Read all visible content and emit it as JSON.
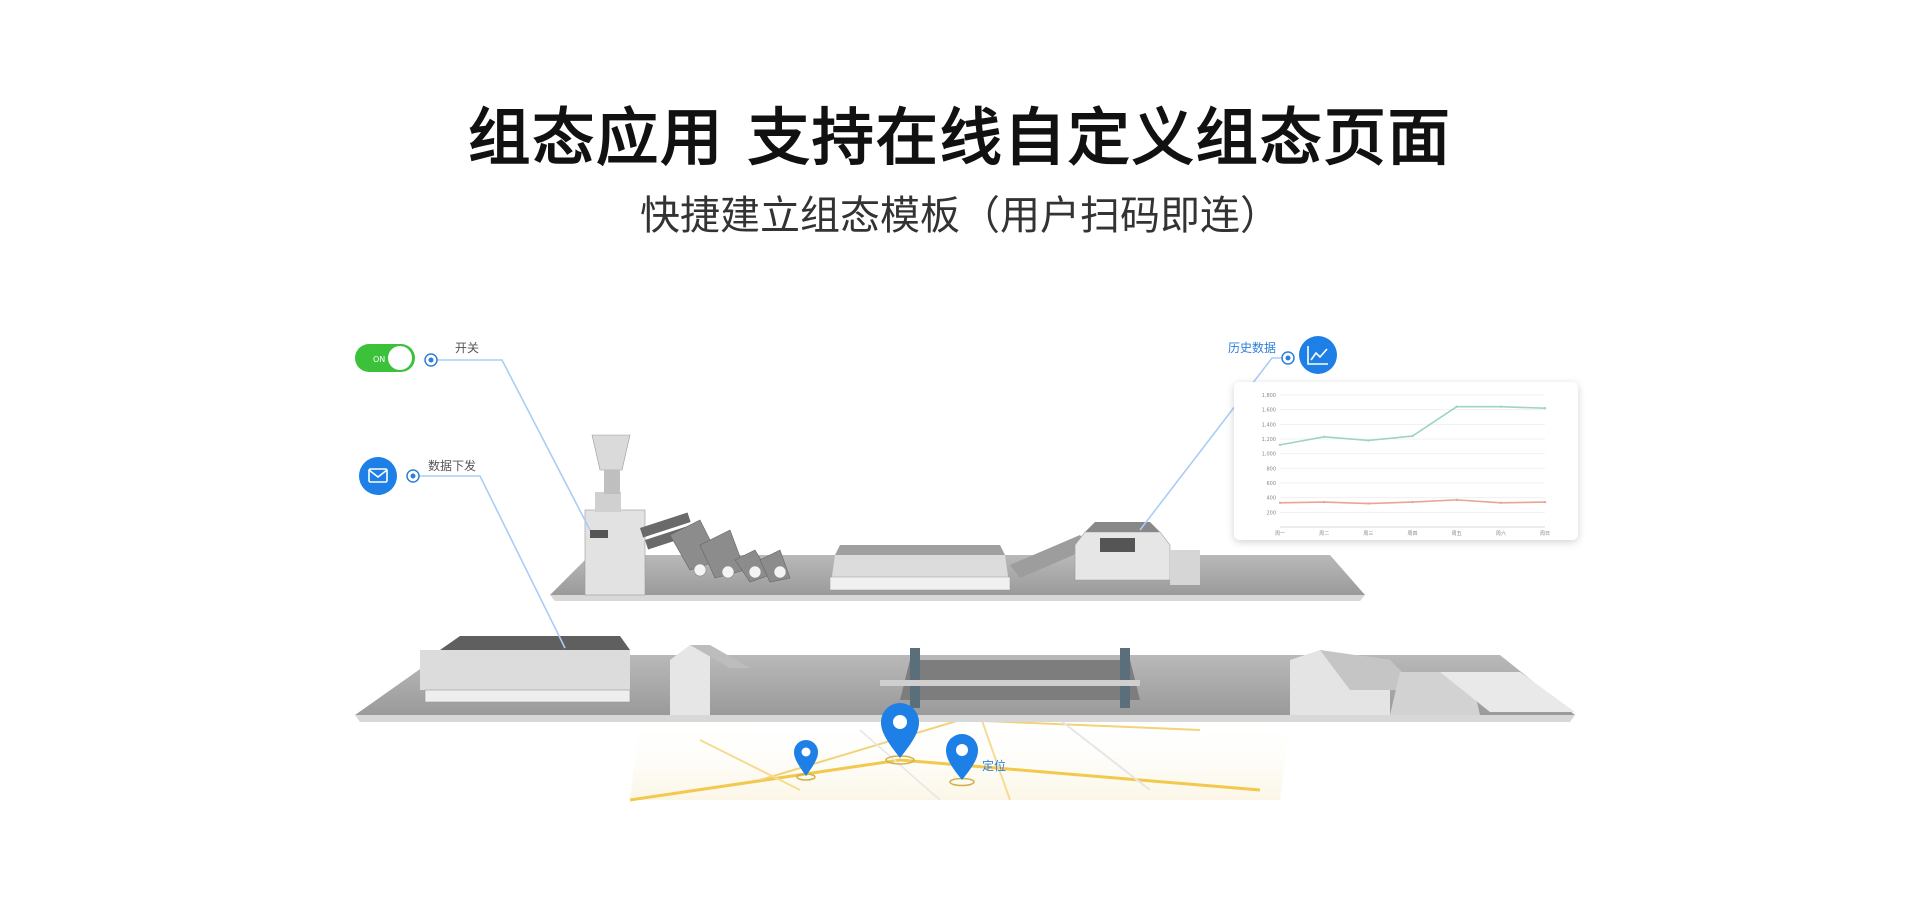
{
  "header": {
    "title": "组态应用 支持在线自定义组态页面",
    "subtitle": "快捷建立组态模板（用户扫码即连）"
  },
  "callouts": {
    "switch_label": "开关",
    "switch_state": "ON",
    "send_label": "数据下发",
    "history_label": "历史数据",
    "location_label": "定位"
  },
  "colors": {
    "accent_blue": "#1e7fe6",
    "switch_green": "#3cc13b",
    "map_road": "#f2c94c"
  },
  "chart_data": {
    "type": "line",
    "categories": [
      "周一",
      "周二",
      "周三",
      "周四",
      "周五",
      "周六",
      "周日"
    ],
    "yticks": [
      "1,800",
      "1,600",
      "1,400",
      "1,200",
      "1,000",
      "800",
      "600",
      "400",
      "200"
    ],
    "ylim": [
      0,
      1800
    ],
    "series": [
      {
        "values": [
          1120,
          1230,
          1180,
          1240,
          1640,
          1640,
          1620
        ],
        "color": "#9fd3c7"
      },
      {
        "values": [
          330,
          340,
          320,
          340,
          370,
          330,
          340
        ],
        "color": "#e8a595"
      }
    ]
  }
}
